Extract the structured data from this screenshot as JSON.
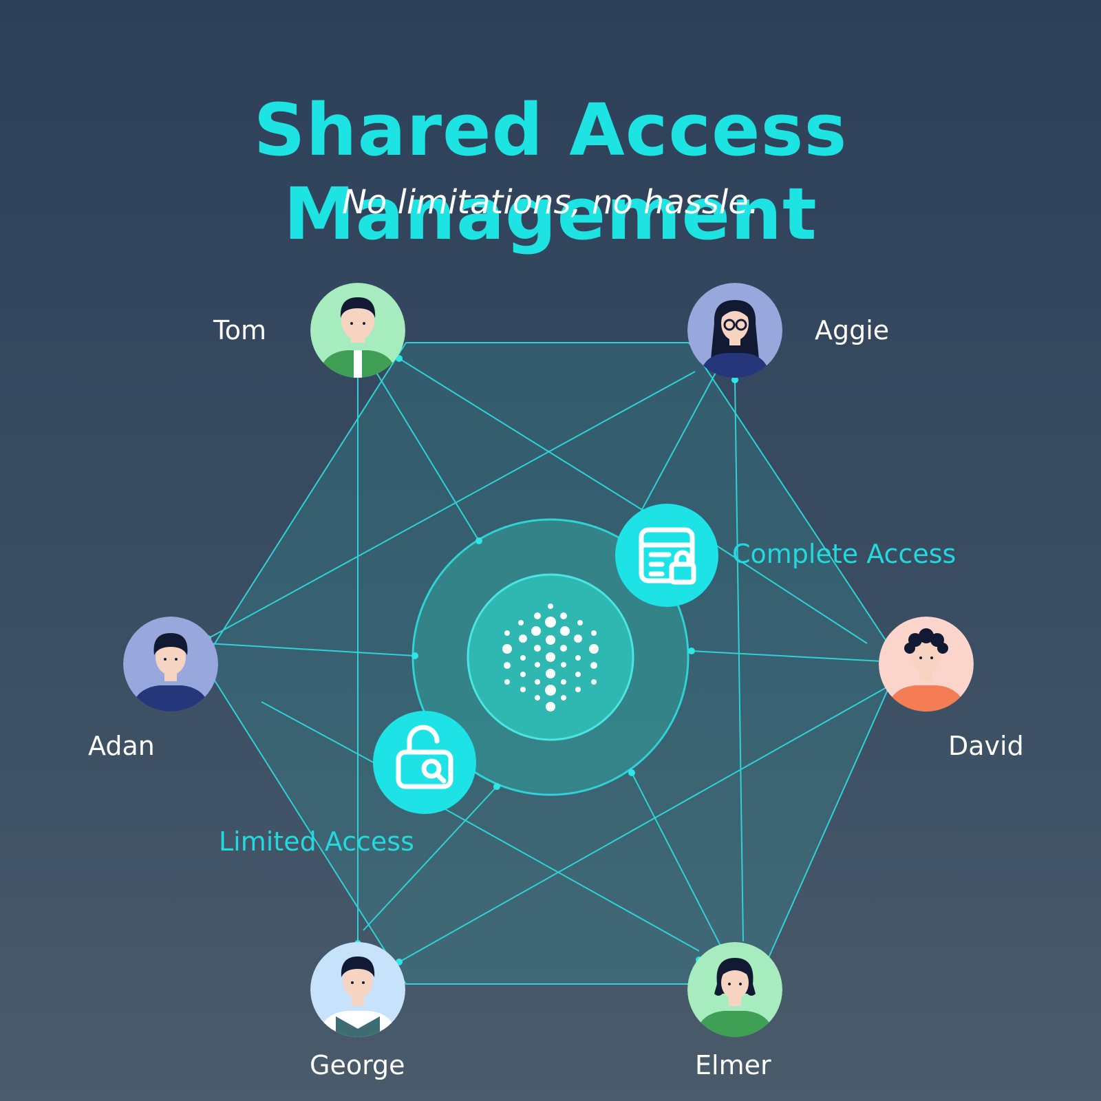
{
  "title": "Shared Access Management",
  "subtitle": "No limitations, no hassle.",
  "people": [
    {
      "name": "Tom",
      "bg": "#a6ecbe",
      "shirt": "#3f9f55"
    },
    {
      "name": "Aggie",
      "bg": "#98a8dc",
      "shirt": "#26367a"
    },
    {
      "name": "Adan",
      "bg": "#98a8dc",
      "shirt": "#26367a"
    },
    {
      "name": "David",
      "bg": "#fbd5cb",
      "shirt": "#f47d55"
    },
    {
      "name": "George",
      "bg": "#c6e3fb",
      "shirt": "#3d6c73"
    },
    {
      "name": "Elmer",
      "bg": "#a6ecbe",
      "shirt": "#3f9f55"
    }
  ],
  "access_levels": {
    "complete": {
      "label": "Complete Access",
      "icon": "browser-lock-icon"
    },
    "limited": {
      "label": "Limited Access",
      "icon": "unlocked-padlock-search-icon"
    }
  },
  "center_icon": "dot-globe-logo-icon",
  "colors": {
    "accent": "#1de3e3",
    "line": "#2ed3d6",
    "hub_inner": "#2fb7b1",
    "hub_outer": "#34898d"
  }
}
